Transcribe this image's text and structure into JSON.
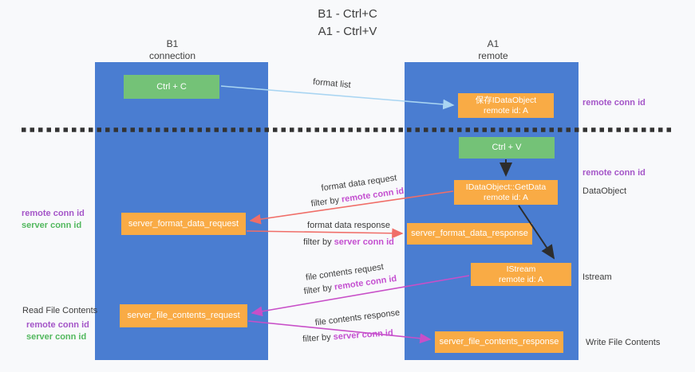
{
  "title": {
    "line1": "B1 - Ctrl+C",
    "line2": "A1 - Ctrl+V"
  },
  "columns": {
    "left": {
      "header_line1": "B1",
      "header_line2": "connection"
    },
    "right": {
      "header_line1": "A1",
      "header_line2": "remote"
    }
  },
  "nodes": {
    "ctrl_c": "Ctrl + C",
    "ctrl_v": "Ctrl + V",
    "save_idataobject": {
      "line1": "保存IDataObject",
      "line2": "remote id: A"
    },
    "idataobject_getdata": {
      "line1": "IDataObject::GetData",
      "line2": "remote id: A"
    },
    "istream": {
      "line1": "IStream",
      "line2": "remote id: A"
    },
    "server_format_data_request": "server_format_data_request",
    "server_format_data_response": "server_format_data_response",
    "server_file_contents_request": "server_file_contents_request",
    "server_file_contents_response": "server_file_contents_response"
  },
  "arrow_labels": {
    "format_list": "format list",
    "format_data_request": "format data request",
    "format_data_response": "format data response",
    "file_contents_request": "file contents request",
    "file_contents_response": "file contents response",
    "filter_by": "filter by "
  },
  "shared": {
    "remote_conn_id": "remote conn id",
    "server_conn_id": "server conn id"
  },
  "side_labels": {
    "dataobject": "DataObject",
    "istream": "Istream",
    "read_file_contents": "Read File Contents",
    "write_file_contents": "Write File Contents"
  },
  "colors": {
    "col-blue": "#4a7dd1",
    "orange-box": "#f9ab45",
    "green-box": "#74c277",
    "purple-text": "#a455c8",
    "magenta-text": "#c44fd0",
    "green-text": "#52b85e",
    "arrow-lightblue": "#a9d5f2",
    "arrow-red": "#f06e68",
    "arrow-magenta": "#c84fc8",
    "arrow-black": "#2d2d2d",
    "dashed-line": "#333333"
  }
}
